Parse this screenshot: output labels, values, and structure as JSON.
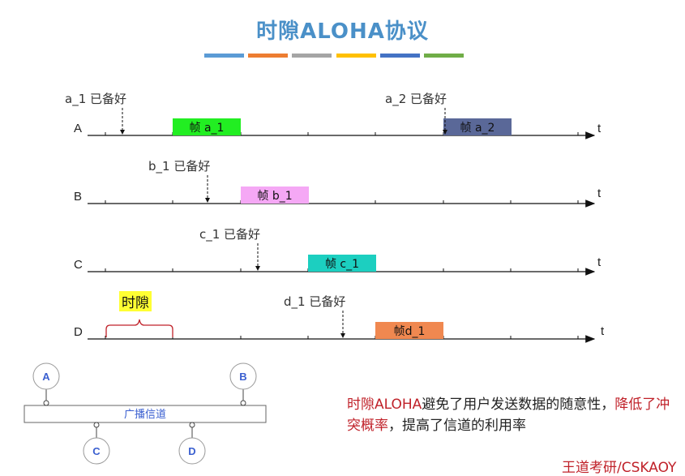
{
  "title": "时隙ALOHA协议",
  "accent_colors": [
    "#5b9bd5",
    "#ed7d31",
    "#a5a5a5",
    "#ffc000",
    "#4472c4",
    "#70ad47"
  ],
  "lanes": [
    {
      "label": "A",
      "t": "t",
      "ready": [
        "a_1 已备好",
        "a_2 已备好"
      ],
      "frames": [
        "帧 a_1",
        "帧 a_2"
      ],
      "frame_colors": [
        "#22ee22",
        "#5a6898"
      ]
    },
    {
      "label": "B",
      "t": "t",
      "ready": [
        "b_1 已备好"
      ],
      "frames": [
        "帧 b_1"
      ],
      "frame_colors": [
        "#f5a8f5"
      ]
    },
    {
      "label": "C",
      "t": "t",
      "ready": [
        "c_1 已备好"
      ],
      "frames": [
        "帧 c_1"
      ],
      "frame_colors": [
        "#1ccfc0"
      ]
    },
    {
      "label": "D",
      "t": "t",
      "ready": [
        "d_1 已备好"
      ],
      "frames": [
        "帧d_1"
      ],
      "frame_colors": [
        "#f08850"
      ]
    }
  ],
  "slot_label": "时隙",
  "network": {
    "channel_label": "广播信道",
    "nodes": [
      "A",
      "B",
      "C",
      "D"
    ]
  },
  "note": {
    "part1": "时隙ALOHA",
    "part2": "避免了用户发送数据的随意性，",
    "part3": "降低了冲突概率",
    "part4": "，提高了信道的利用率"
  },
  "brand": "王道考研/CSKAOY"
}
